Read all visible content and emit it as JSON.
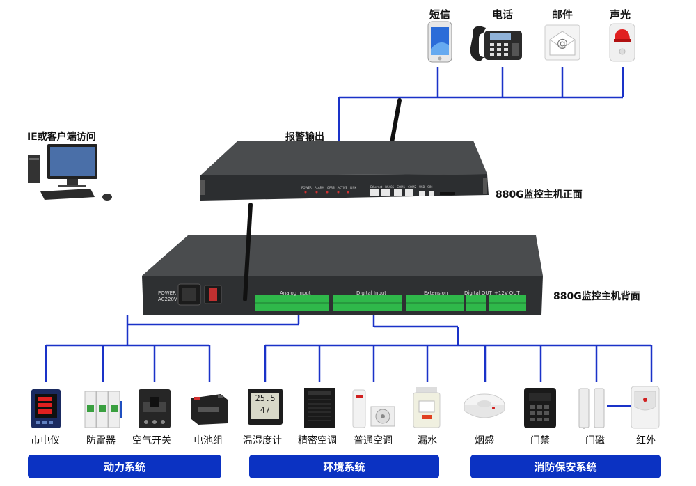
{
  "outputs": {
    "title": "报警输出",
    "items": [
      {
        "label": "短信",
        "icon": "smartphone-icon"
      },
      {
        "label": "电话",
        "icon": "desk-phone-icon"
      },
      {
        "label": "邮件",
        "icon": "email-icon"
      },
      {
        "label": "声光",
        "icon": "siren-icon"
      }
    ]
  },
  "client": {
    "label": "IE或客户端访问",
    "icon": "desktop-computer-icon"
  },
  "front": {
    "caption": "880G监控主机正面",
    "indicators": [
      "POWER",
      "ALARM",
      "GPRS",
      "ACTIVE",
      "LINK"
    ],
    "ports": [
      "Ethernet",
      "RS485",
      "COM1",
      "COM2",
      "USB",
      "SIM"
    ]
  },
  "back": {
    "caption": "880G监控主机背面",
    "power": {
      "line1": "POWER",
      "line2": "AC220V"
    },
    "groups": [
      "Analog Input",
      "Digital Input",
      "Extension",
      "Digital OUT",
      "+12V OUT"
    ]
  },
  "devices": [
    {
      "label": "市电仪",
      "icon": "power-meter-icon"
    },
    {
      "label": "防雷器",
      "icon": "surge-protector-icon"
    },
    {
      "label": "空气开关",
      "icon": "circuit-breaker-icon"
    },
    {
      "label": "电池组",
      "icon": "battery-icon"
    },
    {
      "label": "温湿度计",
      "icon": "thermo-hygrometer-icon",
      "display1": "25.5",
      "display2": "47"
    },
    {
      "label": "精密空调",
      "icon": "precision-ac-icon"
    },
    {
      "label": "普通空调",
      "icon": "air-conditioner-icon"
    },
    {
      "label": "漏水",
      "icon": "water-leak-sensor-icon"
    },
    {
      "label": "烟感",
      "icon": "smoke-detector-icon"
    },
    {
      "label": "门禁",
      "icon": "access-control-icon"
    },
    {
      "label": "门磁",
      "icon": "door-magnet-icon"
    },
    {
      "label": "红外",
      "icon": "infrared-sensor-icon"
    }
  ],
  "systems": [
    "动力系统",
    "环境系统",
    "消防保安系统"
  ],
  "colors": {
    "wire": "#1a32c8",
    "bar": "#0b32c2",
    "chassis": "#3a3c3e",
    "terminal": "#2fb84a"
  }
}
